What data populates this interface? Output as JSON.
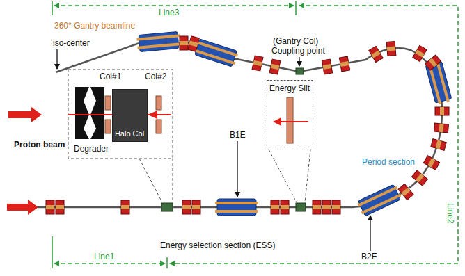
{
  "diagram": {
    "nodes": [
      {
        "text": [
          "Energy Slit"
        ]
      },
      {
        "text": [
          "Halo Col"
        ]
      }
    ],
    "labels": [
      "Line3",
      "360° Gantry beamline",
      "iso-center",
      "(Gantry Col)",
      "Coupling point",
      "Col#1",
      "Col#2",
      "Degrader",
      "Proton beam",
      "Period section",
      "B1E",
      "Line2",
      "Energy selection section (ESS)",
      "B2E",
      "Line1"
    ]
  }
}
